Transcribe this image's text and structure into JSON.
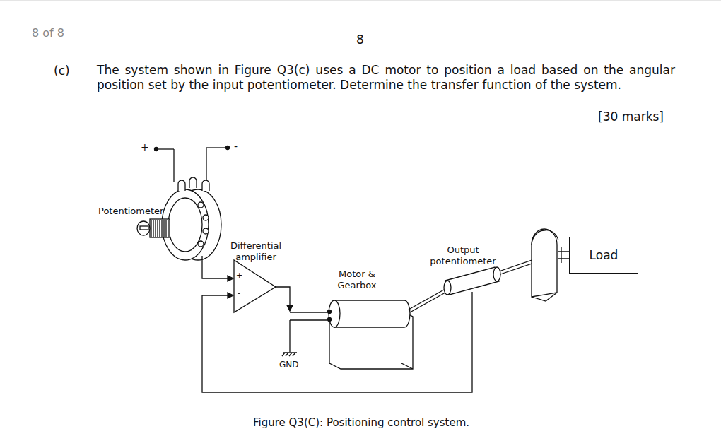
{
  "diagram": {
    "caption": "Figure Q3(C): Positioning control system.",
    "nodes": [
      {
        "text": [
          "Load"
        ]
      }
    ],
    "labels": [
      "8 of 8",
      "8",
      "(c)",
      "The system shown in Figure Q3(c) uses a DC motor to position a load based on the angular position set by the input potentiometer. Determine the transfer function of the system.",
      "[30 marks]",
      "+",
      "-",
      "Potentiometer",
      "Differential amplifier",
      "Output potentiometer",
      "Motor & Gearbox",
      "+",
      "-",
      "GND"
    ]
  }
}
